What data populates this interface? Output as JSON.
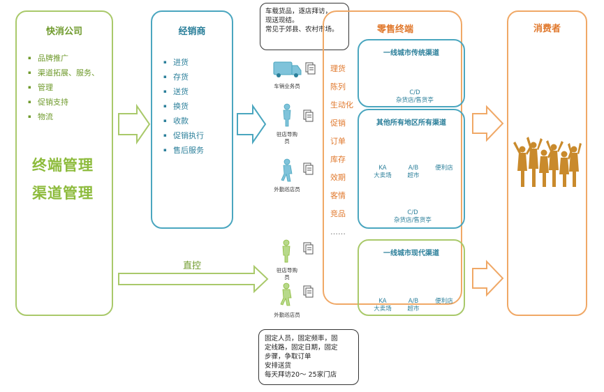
{
  "company": {
    "title": "快消公司",
    "items": [
      "品牌推广",
      "渠道拓展、服务、",
      "管理",
      "促销支持",
      "物流"
    ],
    "highlight1": "终端管理",
    "highlight2": "渠道管理"
  },
  "distributor": {
    "title": "经销商",
    "items": [
      "进货",
      "存货",
      "送货",
      "换货",
      "收款",
      "促销执行",
      "售后服务"
    ]
  },
  "top_bubble": {
    "lines": [
      "车载货品，逐店拜访，",
      "现送现结。",
      "常见于郊县、农村市场。"
    ]
  },
  "bottom_bubble": {
    "lines": [
      "固定人员，固定频率，固",
      "定线路，固定日期，固定",
      "步骤，争取订单",
      "安排送货",
      "每天拜访20～ 25家门店"
    ]
  },
  "staff": {
    "truck_sales": "车销业务员",
    "store_promoter1_l1": "驻店导购",
    "store_promoter1_l2": "员",
    "field_inspector1": "外勤巡店员",
    "store_promoter2_l1": "驻店导购",
    "store_promoter2_l2": "员",
    "field_inspector2": "外勤巡店员"
  },
  "direct_label": "直控",
  "retail": {
    "title": "零售终端",
    "activities": [
      "理货",
      "陈列",
      "生动化",
      "促销",
      "订单",
      "库存",
      "效期",
      "客情",
      "竞品",
      "……"
    ],
    "tier1_traditional": {
      "title": "一线城市传统渠道",
      "store_top": "C/D",
      "store_bottom": "杂货店/售货亭"
    },
    "other_regions": {
      "title": "其他所有地区所有渠道",
      "ka_top": "KA",
      "ka_bottom": "大卖场",
      "ab_top": "A/B",
      "ab_bottom": "超市",
      "conv": "便利店",
      "cd_top": "C/D",
      "cd_bottom": "杂货店/售货亭"
    },
    "tier1_modern": {
      "title": "一线城市现代渠道",
      "ka_top": "KA",
      "ka_bottom": "大卖场",
      "ab_top": "A/B",
      "ab_bottom": "超市",
      "conv": "便利店"
    }
  },
  "consumer": {
    "title": "消费者"
  },
  "colors": {
    "green": "#a9c96a",
    "blue": "#4aa6bf",
    "orange": "#f0a866"
  }
}
